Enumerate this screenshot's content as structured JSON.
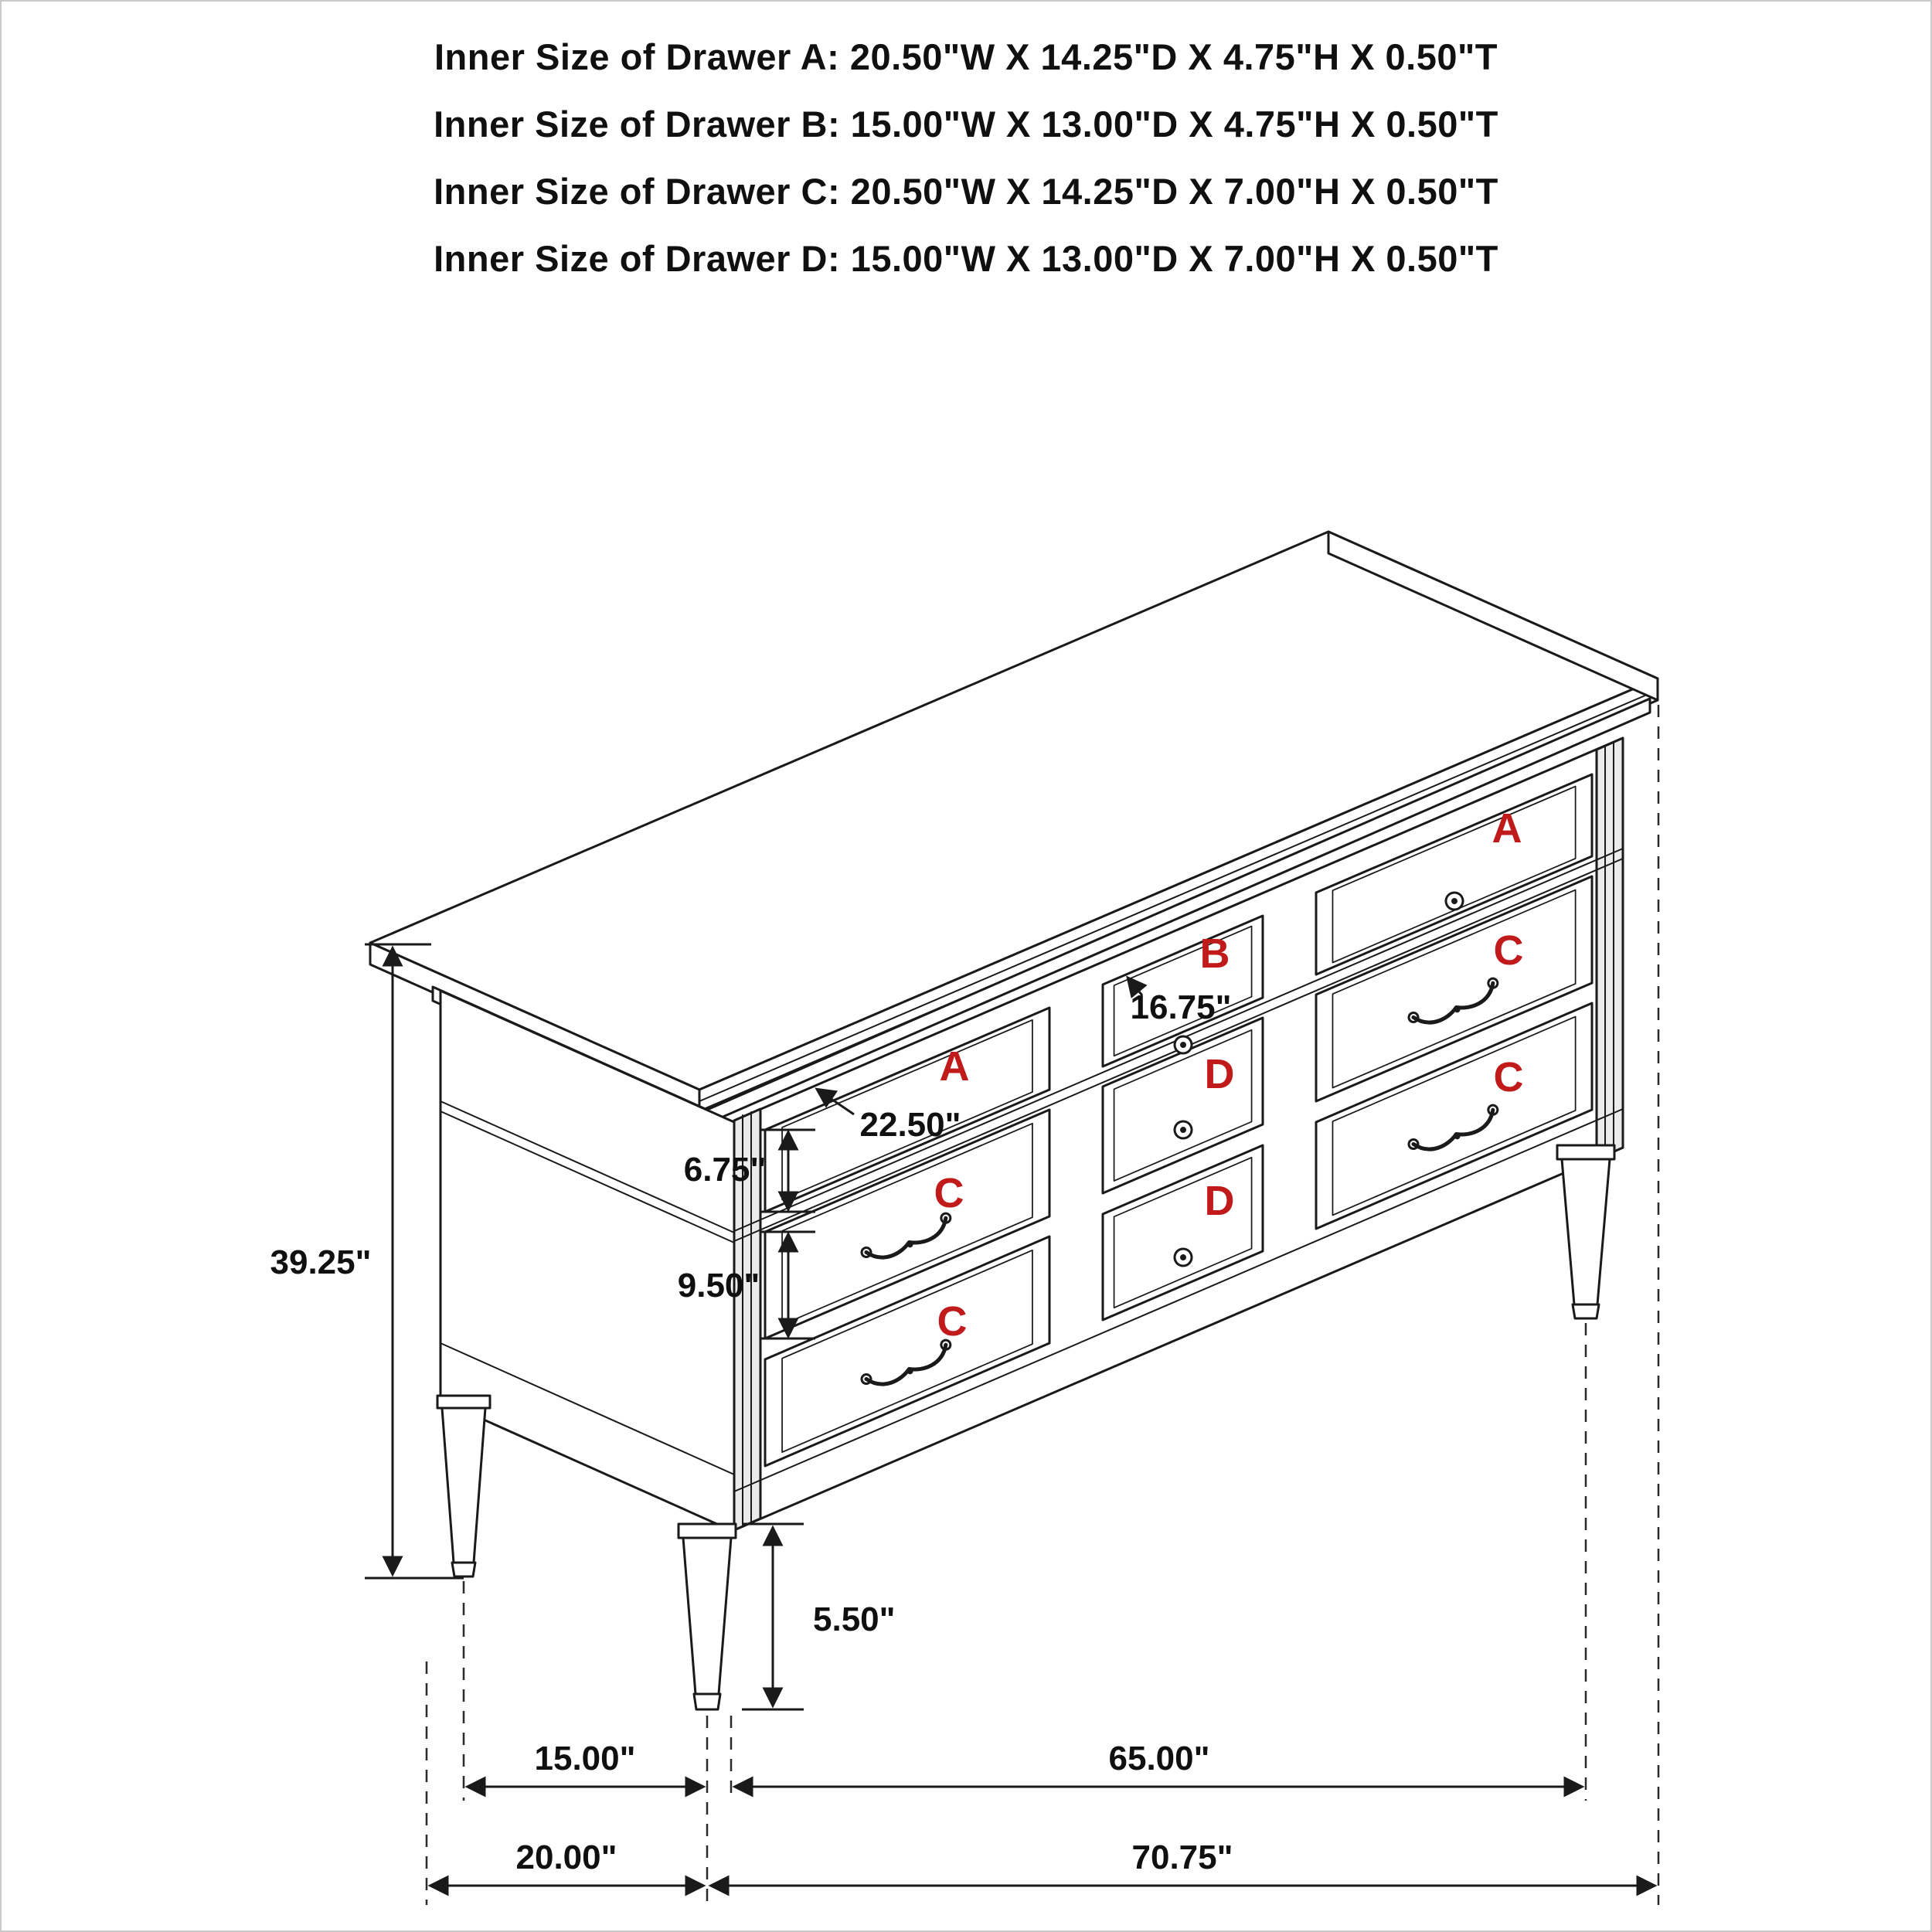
{
  "header": {
    "lines": [
      "Inner Size of Drawer A: 20.50\"W X 14.25\"D X 4.75\"H X 0.50\"T",
      "Inner Size of Drawer B: 15.00\"W X 13.00\"D X 4.75\"H X 0.50\"T",
      "Inner Size of Drawer C: 20.50\"W X 14.25\"D X 7.00\"H X 0.50\"T",
      "Inner Size of Drawer D: 15.00\"W X 13.00\"D X 7.00\"H X 0.50\"T"
    ]
  },
  "drawer_labels": {
    "left_top": "A",
    "left_mid": "C",
    "left_bottom": "C",
    "center_top": "B",
    "center_mid": "D",
    "center_bottom": "D",
    "right_top": "A",
    "right_mid": "C",
    "right_bottom": "C"
  },
  "dimensions": {
    "overall_height": "39.25\"",
    "drawer_b_width": "16.75\"",
    "drawer_a_width": "22.50\"",
    "top_drawer_height": "6.75\"",
    "lower_drawer_height": "9.50\"",
    "leg_height": "5.50\"",
    "leg_depth_span": "15.00\"",
    "leg_width_span": "65.00\"",
    "overall_depth": "20.00\"",
    "overall_width": "70.75\""
  },
  "colors": {
    "label_red": "#C11A1A",
    "line_black": "#1A1A1A",
    "background": "#FFFFFF"
  }
}
